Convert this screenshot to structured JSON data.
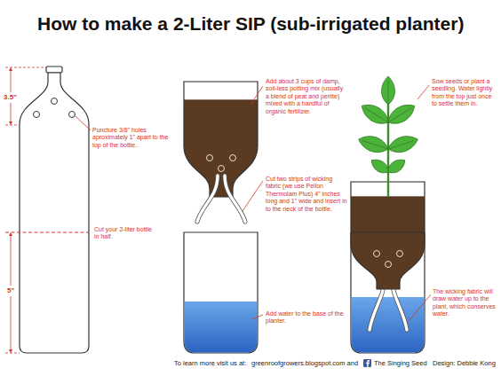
{
  "diagram": {
    "title": "How to make a 2-Liter SIP (sub-irrigated planter)",
    "labels": [
      "3.5\"",
      "Puncture 3/8\" holes aproximately 1\" apart to the top of the bottle..",
      "Cut your 2-liter bottle in half.",
      "5\"",
      "Add about 3 cups of damp, soil-less potting mix (usually a blend of peat and perlite) mixed with a handful of organic fertilizer.",
      "Cut two strips of wicking fabric (we use Pellon Thermolam Plus) 4\" inches long and 1\" wide and insert in to the neck of the bottle.",
      "Add water to the base of the planter.",
      "Sow seeds or plant a seedling. Water lightly from the top just once to settle them in.",
      "The wicking fabric will draw water up to the plant, which conserves water.",
      "To learn more visit us at:",
      "greenroofgrowers.blogspot.com and",
      "The Singing Seed",
      "Design: Debbie Kong"
    ]
  }
}
